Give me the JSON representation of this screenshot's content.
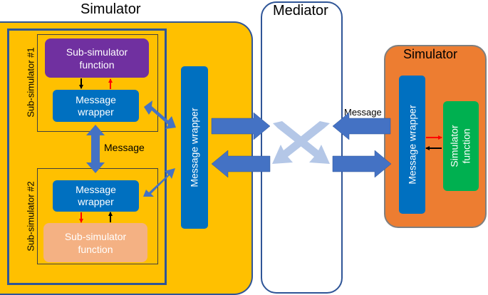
{
  "colors": {
    "left_sim": "#FFC000",
    "right_sim": "#ED7D31",
    "blue": "#0070C0",
    "purple": "#7030A0",
    "green": "#00B050",
    "light_orange": "#F4B183",
    "frame": "#2F5597",
    "arrow": "#4472C4",
    "cross": "#B4C7E7",
    "red": "#FF0000"
  },
  "left_simulator": {
    "title": "Simulator",
    "sub1": {
      "label": "Sub-simulator #1",
      "function_label": "Sub-simulator\nfunction",
      "wrapper_label": "Message\nwrapper"
    },
    "sub2": {
      "label": "Sub-simulator #2",
      "function_label": "Sub-simulator\nfunction",
      "wrapper_label": "Message\nwrapper"
    },
    "between_label": "Message",
    "main_wrapper_label": "Message wrapper"
  },
  "mediator": {
    "title": "Mediator"
  },
  "right_simulator": {
    "title": "Simulator",
    "wrapper_label": "Message wrapper",
    "function_label": "Simulator\nfunction",
    "message_label": "Message"
  }
}
